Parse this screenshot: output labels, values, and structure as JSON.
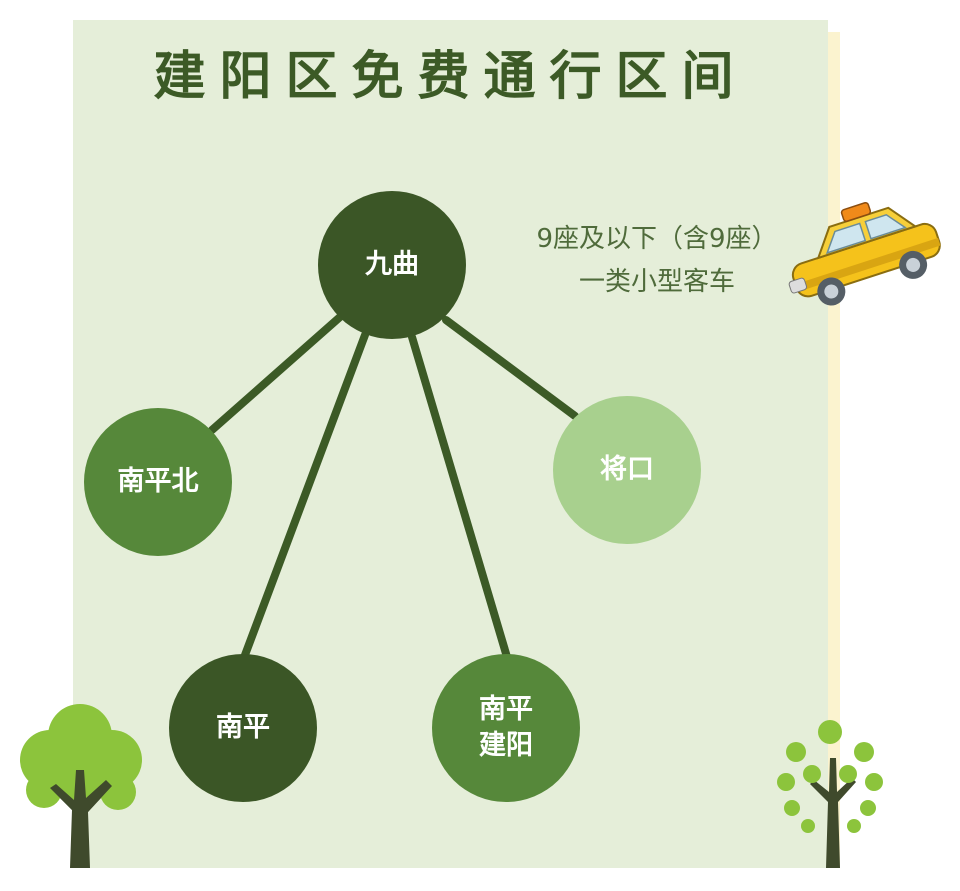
{
  "title": "建阳区免费通行区间",
  "vehicle_note": {
    "line1": "9座及以下（含9座）",
    "line2": "一类小型客车"
  },
  "nodes": {
    "center": {
      "label": "九曲",
      "color": "#3b5626"
    },
    "nanpingbei": {
      "label": "南平北",
      "color": "#56883a"
    },
    "jiangkou": {
      "label": "将口",
      "color": "#a8d08e"
    },
    "nanping": {
      "label": "南平",
      "color": "#3b5626"
    },
    "nanping_jianyang": {
      "line1": "南平",
      "line2": "建阳",
      "color": "#56883a"
    }
  },
  "edges": [
    {
      "from": "九曲",
      "to": "南平北"
    },
    {
      "from": "九曲",
      "to": "将口"
    },
    {
      "from": "九曲",
      "to": "南平"
    },
    {
      "from": "九曲",
      "to": "南平建阳"
    }
  ],
  "colors": {
    "background": "#e5eed9",
    "edge": "#3c5a26",
    "title": "#3c5a26"
  },
  "icons": [
    "taxi-icon",
    "round-tree-icon",
    "dotted-tree-icon"
  ]
}
